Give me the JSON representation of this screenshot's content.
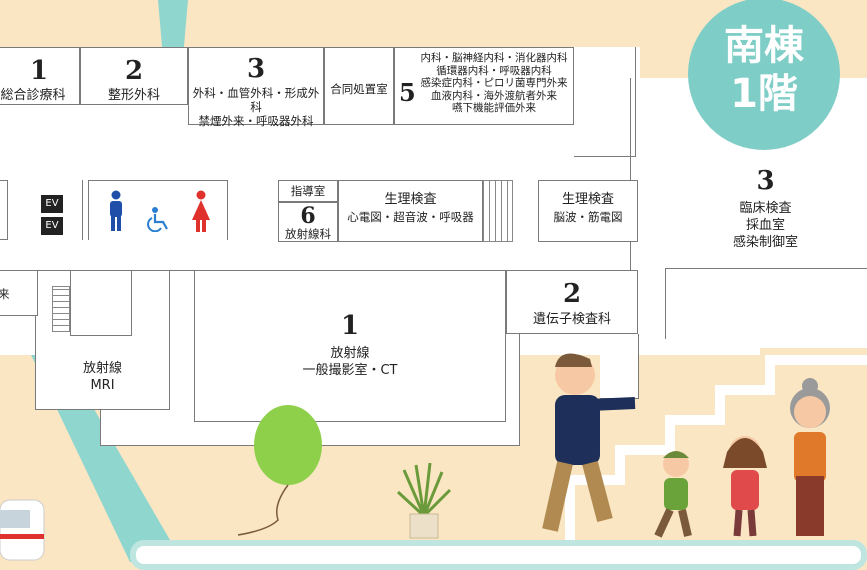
{
  "badge": {
    "line1": "南棟",
    "line2": "1階"
  },
  "rooms": {
    "r1": {
      "num": "1",
      "label": "総合診療科"
    },
    "r2": {
      "num": "2",
      "label": "整形外科"
    },
    "r3": {
      "num": "3",
      "line1": "外科・血管外科・形成外科",
      "line2": "禁煙外来・呼吸器外科"
    },
    "joint": {
      "label": "合同処置室"
    },
    "r5": {
      "num": "5",
      "lines": [
        "内科・脳神経内科・消化器内科",
        "循環器内科・呼吸器内科",
        "感染症内科・ピロリ菌専門外来",
        "血液内科・海外渡航者外来",
        "嚥下機能評価外来"
      ]
    },
    "guidance": {
      "label": "指導室"
    },
    "r6": {
      "num": "6",
      "label": "放射線科"
    },
    "physio1": {
      "line1": "生理検査",
      "line2": "心電図・超音波・呼吸器"
    },
    "physio2": {
      "line1": "生理検査",
      "line2": "脳波・筋電図"
    },
    "lab": {
      "num": "3",
      "line1": "臨床検査",
      "line2": "採血室",
      "line3": "感染制御室"
    },
    "genetic": {
      "num": "2",
      "label": "遺伝子検査科"
    },
    "radiology": {
      "num": "1",
      "line1": "放射線",
      "line2": "一般撮影室・CT"
    },
    "mri": {
      "line1": "放射線",
      "line2": "MRI"
    },
    "left_cut": {
      "label": "来"
    }
  },
  "facilities": {
    "ev1": "EV",
    "ev2": "EV"
  },
  "colors": {
    "background": "#fbe6c4",
    "accent": "#7ecdc6",
    "male": "#1f4fa8",
    "female": "#e0322c",
    "accessible": "#2a7fd0"
  }
}
